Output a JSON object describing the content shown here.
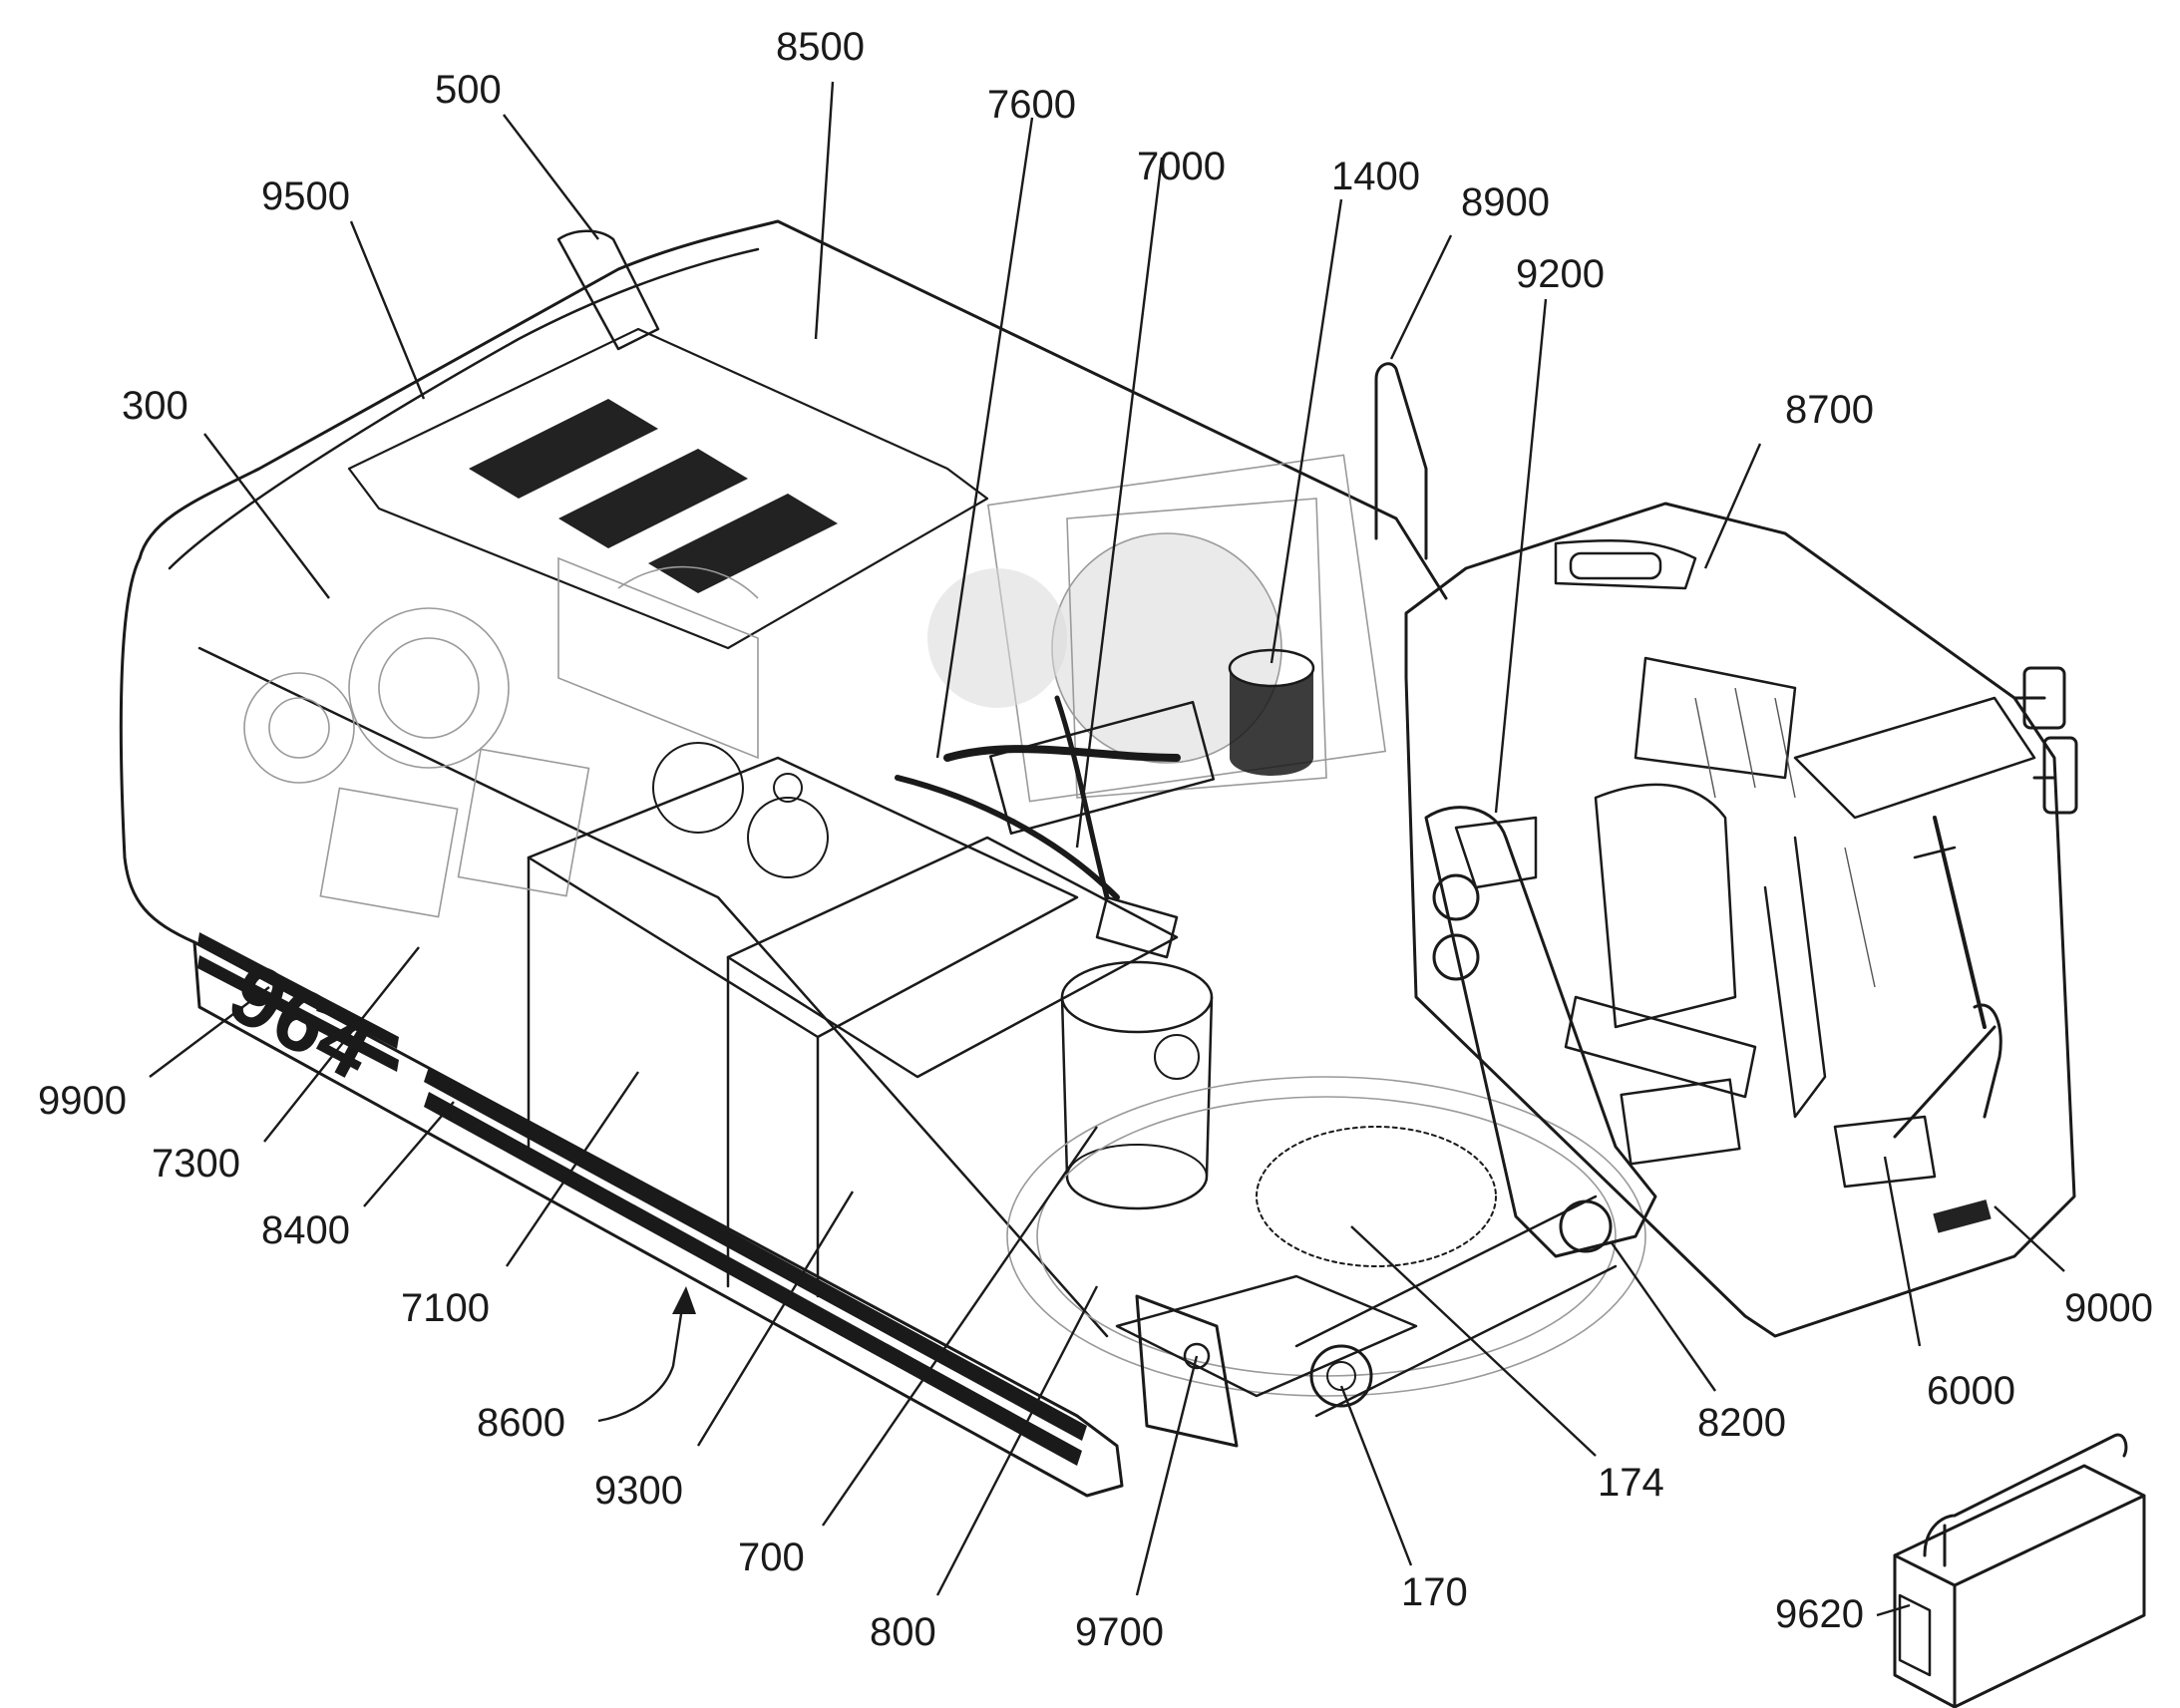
{
  "figure": {
    "badge_text": "964",
    "callouts": [
      {
        "id": "c8500",
        "label": "8500"
      },
      {
        "id": "c500",
        "label": "500"
      },
      {
        "id": "c7600",
        "label": "7600"
      },
      {
        "id": "c7000",
        "label": "7000"
      },
      {
        "id": "c1400",
        "label": "1400"
      },
      {
        "id": "c8900",
        "label": "8900"
      },
      {
        "id": "c9500",
        "label": "9500"
      },
      {
        "id": "c9200",
        "label": "9200"
      },
      {
        "id": "c300",
        "label": "300"
      },
      {
        "id": "c8700",
        "label": "8700"
      },
      {
        "id": "c9900",
        "label": "9900"
      },
      {
        "id": "c7300",
        "label": "7300"
      },
      {
        "id": "c8400",
        "label": "8400"
      },
      {
        "id": "c7100",
        "label": "7100"
      },
      {
        "id": "c8600",
        "label": "8600"
      },
      {
        "id": "c9300",
        "label": "9300"
      },
      {
        "id": "c700",
        "label": "700"
      },
      {
        "id": "c800",
        "label": "800"
      },
      {
        "id": "c9700",
        "label": "9700"
      },
      {
        "id": "c170",
        "label": "170"
      },
      {
        "id": "c174",
        "label": "174"
      },
      {
        "id": "c8200",
        "label": "8200"
      },
      {
        "id": "c6000",
        "label": "6000"
      },
      {
        "id": "c9000",
        "label": "9000"
      },
      {
        "id": "c9620",
        "label": "9620"
      }
    ]
  }
}
